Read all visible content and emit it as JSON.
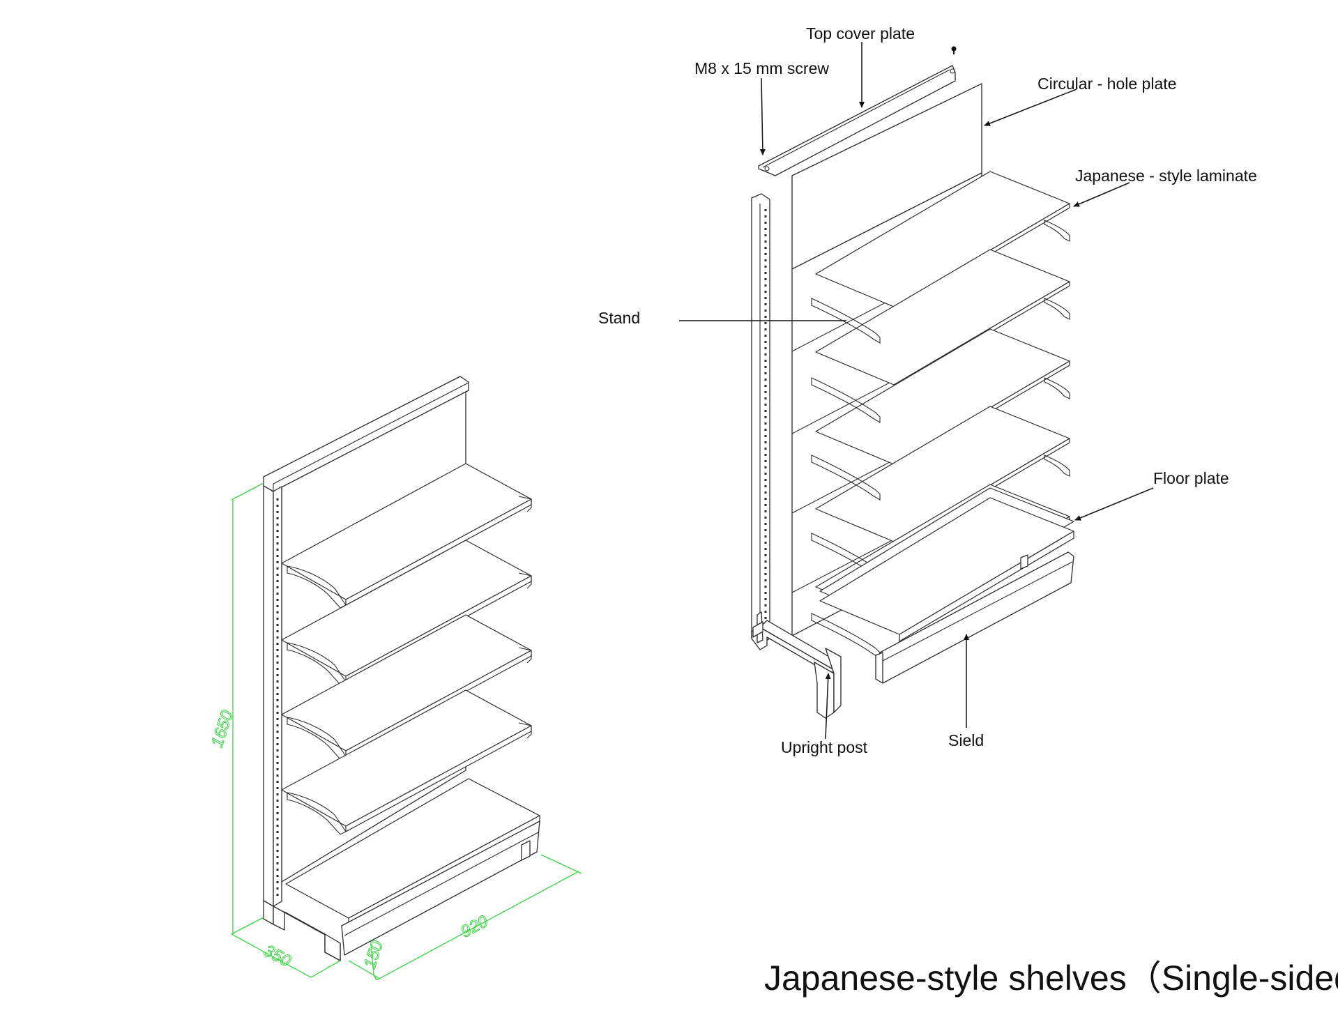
{
  "title": "Japanese-style shelves（Single-sided）",
  "labels": {
    "top_cover_plate": "Top cover plate",
    "screw": "M8 x 15 mm screw",
    "circular_hole_plate": "Circular - hole plate",
    "laminate": "Japanese - style laminate",
    "stand": "Stand",
    "floor_plate": "Floor plate",
    "upright_post": "Upright post",
    "shield": "Sield"
  },
  "dimensions": {
    "height": "1650",
    "depth": "350",
    "width": "920",
    "base_height": "150"
  },
  "colors": {
    "line": "#2b2b2b",
    "dimension": "#37d642",
    "text": "#111111"
  }
}
